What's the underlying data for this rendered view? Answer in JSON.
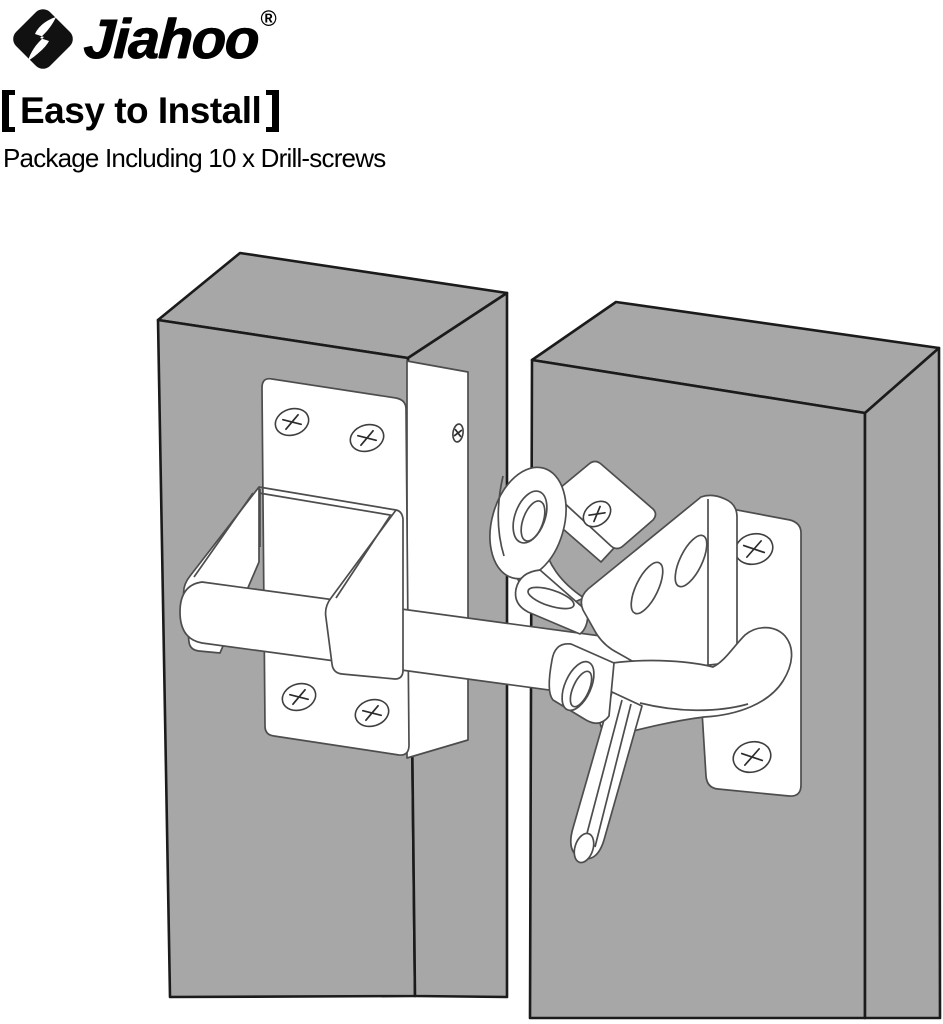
{
  "brand": {
    "name": "Jiahoo",
    "registered": "®"
  },
  "heading": {
    "full": "【Easy to Install】",
    "bracket_open": "【",
    "text": "Easy to Install",
    "bracket_close": "】"
  },
  "subheading": "Package Including 10 x Drill-screws",
  "illustration": {
    "type": "technical-line-drawing",
    "depicts": "Self-locking gate latch hardware installed across two posts",
    "parts": [
      "left-post",
      "right-post",
      "striker-bracket",
      "catch-pocket",
      "latch-bar",
      "latch-eye",
      "latch-striker-plate",
      "latch-bracket-body",
      "mounting-plate",
      "latch-handle",
      "latch-lever-arm",
      "latch-catch-finger",
      "screws"
    ],
    "visible_screws": 8,
    "colors": {
      "post_fill": "#a7a7a7",
      "post_outline": "#1b1b1b",
      "hardware_fill": "#ffffff",
      "hardware_line": "#4d4d4d",
      "background": "#ffffff"
    }
  }
}
